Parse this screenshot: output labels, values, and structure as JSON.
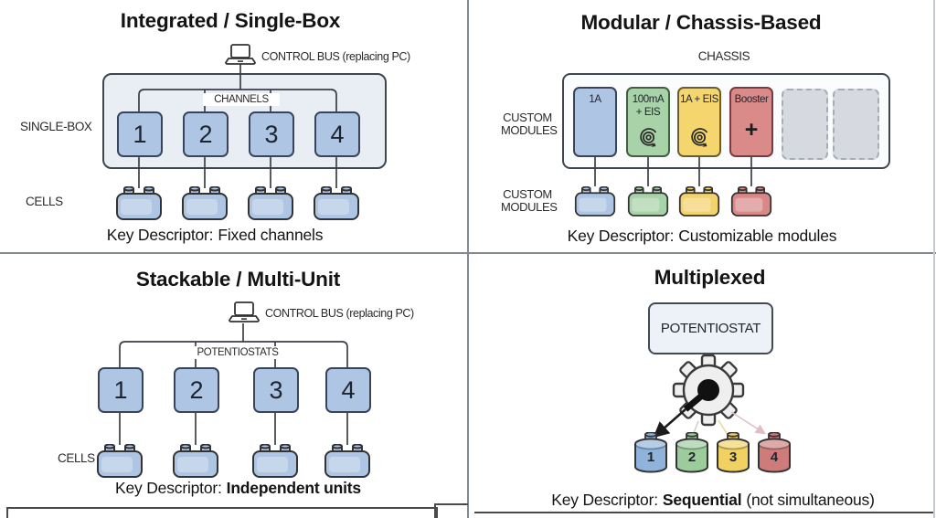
{
  "figure": {
    "background": "#ffffff",
    "divider_color": "#82888f"
  },
  "colors": {
    "box_blue": "#aec5e3",
    "box_blue_border": "#38445c",
    "container_fill": "#e9edf4",
    "container_border": "#3f464e",
    "module_green": "#a8d2a8",
    "module_yellow": "#f5d56e",
    "module_red": "#db8a8a",
    "slot_gray": "#d6dae0",
    "cell_blue": "#aec5e3",
    "cell_green": "#a8d2a8",
    "cell_yellow": "#f2d36e",
    "cell_red": "#d98888",
    "cyl_blue": "#8fb3da",
    "cyl_green": "#9ccc9c",
    "cyl_yellow": "#f0d162",
    "cyl_red": "#cd7b7b",
    "line_dark": "#3a3f45",
    "arrow_active": "#1c1c1c",
    "arrow_idle_green": "#c7d4c7",
    "arrow_idle_yellow": "#e8d7a2",
    "arrow_idle_pink": "#dcc0c5",
    "gear_fill": "#efefef",
    "gear_stroke": "#3a3a3a"
  },
  "integrated": {
    "title": "Integrated / Single-Box",
    "control_bus": "CONTROL BUS (replacing PC)",
    "container_label": "SINGLE-BOX",
    "channels_label": "CHANNELS",
    "channels": [
      "1",
      "2",
      "3",
      "4"
    ],
    "cells_label": "CELLS",
    "key_label": "Key Descriptor:",
    "key_value": "Fixed channels"
  },
  "modular": {
    "title": "Modular / Chassis-Based",
    "chassis_label": "CHASSIS",
    "modules_label": "CUSTOM\nMODULES",
    "cells_label": "CUSTOM\nMODULES",
    "modules": [
      {
        "label": "1A"
      },
      {
        "label": "100mA\n+ EIS"
      },
      {
        "label": "1A + EIS"
      },
      {
        "label": "Booster",
        "plus": "+"
      }
    ],
    "key_label": "Key Descriptor:",
    "key_value": "Customizable modules"
  },
  "stackable": {
    "title": "Stackable / Multi-Unit",
    "control_bus": "CONTROL BUS (replacing PC)",
    "units_label": "POTENTIOSTATS",
    "units": [
      "1",
      "2",
      "3",
      "4"
    ],
    "cells_label": "CELLS",
    "key_label": "Key Descriptor:",
    "key_value": "Independent units"
  },
  "multiplexed": {
    "title": "Multiplexed",
    "potentiostat_label": "POTENTIOSTAT",
    "cells": [
      "1",
      "2",
      "3",
      "4"
    ],
    "key_label": "Key Descriptor:",
    "key_value_bold": "Sequential",
    "key_value_rest": "(not simultaneous)"
  }
}
